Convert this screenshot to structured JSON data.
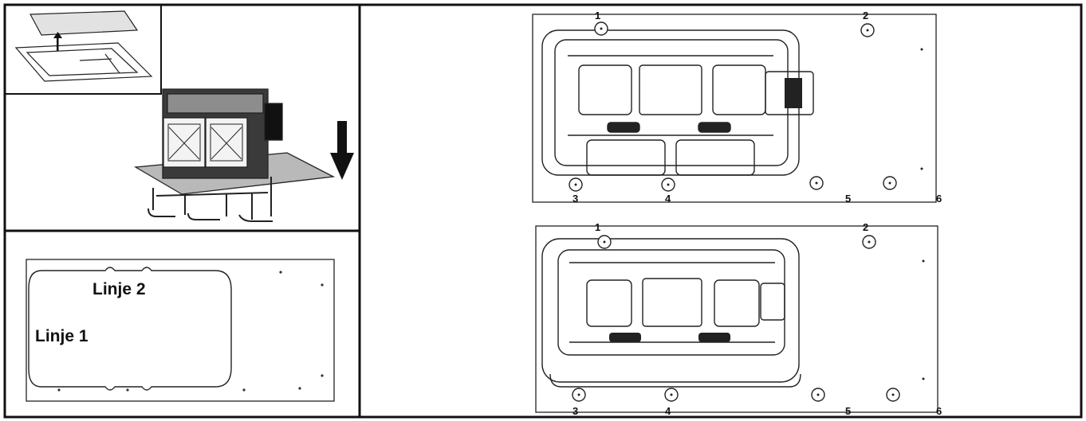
{
  "panel_left_bottom": {
    "line_labels": [
      "Linje 2",
      "Linje 1"
    ]
  },
  "panel_right": {
    "top_diagram_markers": [
      "1",
      "2",
      "3",
      "4",
      "5",
      "6"
    ],
    "bottom_diagram_markers": [
      "1",
      "2",
      "3",
      "4",
      "5",
      "6"
    ]
  }
}
